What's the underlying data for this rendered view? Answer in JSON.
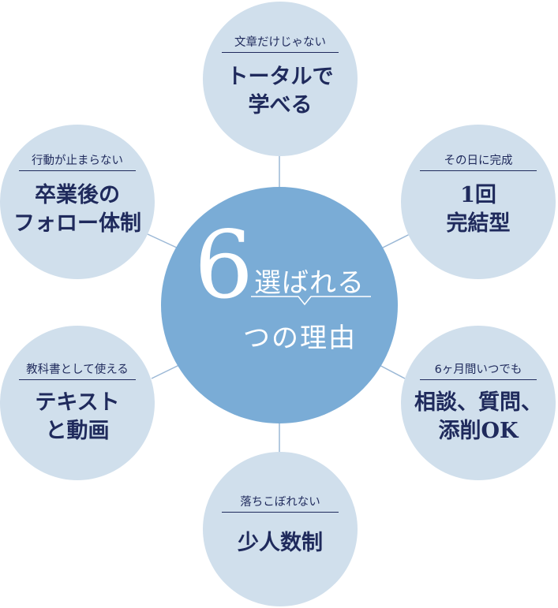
{
  "center": {
    "number": "6",
    "top_text": "選ばれる",
    "bottom_text": "つの理由",
    "color": "#7aacd6"
  },
  "bubble_color": "#d0dfec",
  "text_color": "#1f2a5c",
  "reasons": [
    {
      "subtitle": "文章だけじゃない",
      "title_line1": "トータルで",
      "title_line2": "学べる"
    },
    {
      "subtitle": "その日に完成",
      "title_line1": "1回",
      "title_line2": "完結型"
    },
    {
      "subtitle": "6ヶ月間いつでも",
      "title_line1": "相談、質問、",
      "title_line2": "添削OK"
    },
    {
      "subtitle": "落ちこぼれない",
      "title_line1": "少人数制",
      "title_line2": ""
    },
    {
      "subtitle": "教科書として使える",
      "title_line1": "テキスト",
      "title_line2": "と動画"
    },
    {
      "subtitle": "行動が止まらない",
      "title_line1": "卒業後の",
      "title_line2": "フォロー体制"
    }
  ]
}
